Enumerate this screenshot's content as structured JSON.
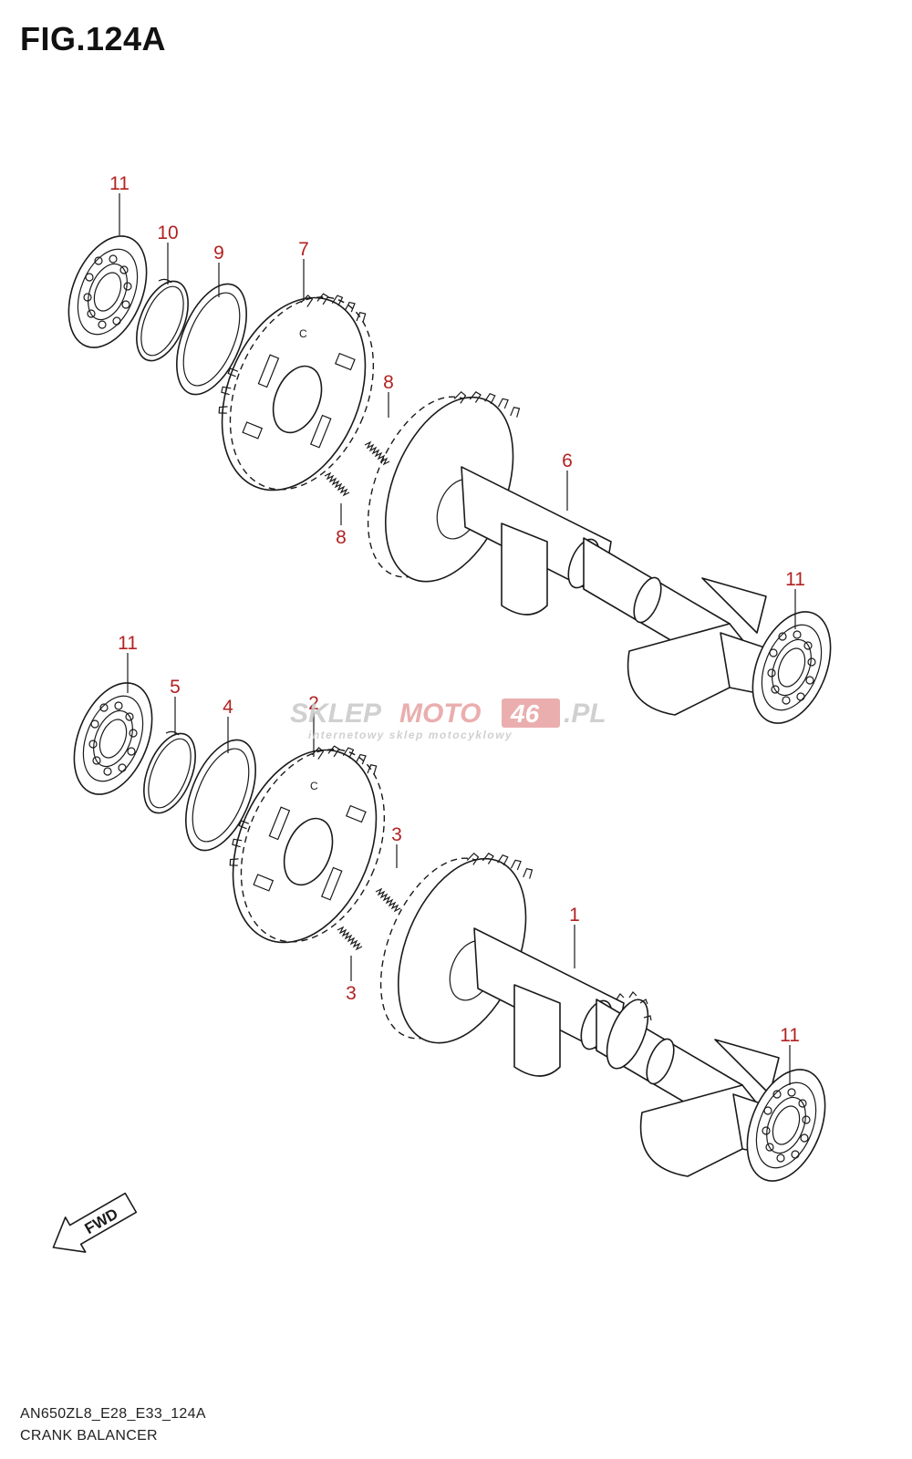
{
  "figure": {
    "title": "FIG.124A"
  },
  "callouts": {
    "upper": [
      "11",
      "10",
      "9",
      "7",
      "8",
      "8",
      "6",
      "11"
    ],
    "lower": [
      "11",
      "5",
      "4",
      "2",
      "3",
      "3",
      "1",
      "11"
    ]
  },
  "watermark": {
    "brand_part1": "SKLEP",
    "brand_part2": "MOTO",
    "brand_part3": "46",
    "brand_part4": ".PL",
    "tagline": "internetowy sklep motocyklowy",
    "color_grey": "#c8c8c8",
    "color_red": "#e7a0a0"
  },
  "fwd_label": "FWD",
  "footer": {
    "code": "AN650ZL8_E28_E33_124A",
    "caption": "CRANK BALANCER"
  },
  "colors": {
    "callout": "#b22222",
    "line": "#1a1a1a"
  }
}
